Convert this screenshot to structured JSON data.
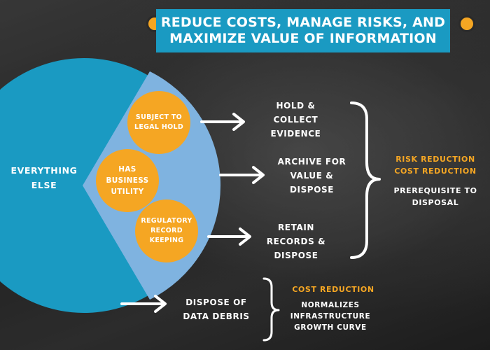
{
  "title": {
    "line1": "REDUCE COSTS, MANAGE RISKS, AND",
    "line2": "MAXIMIZE VALUE OF INFORMATION"
  },
  "pie": {
    "everything_else": "EVERYTHING ELSE",
    "circles": [
      {
        "label": "SUBJECT TO LEGAL HOLD"
      },
      {
        "label": "HAS BUSINESS UTILITY"
      },
      {
        "label": "REGULATORY RECORD KEEPING"
      }
    ]
  },
  "actions": {
    "hold": "HOLD & COLLECT EVIDENCE",
    "archive": "ARCHIVE FOR VALUE & DISPOSE",
    "retain": "RETAIN RECORDS & DISPOSE",
    "dispose": "DISPOSE OF DATA DEBRIS"
  },
  "outcomes": {
    "group1_line1": "RISK REDUCTION",
    "group1_line2": "COST REDUCTION",
    "group1_note": "PREREQUISITE TO DISPOSAL",
    "group2_title": "COST REDUCTION",
    "group2_note": "NORMALIZES INFRASTRUCTURE GROWTH CURVE"
  },
  "colors": {
    "banner": "#1a9ac2",
    "pie_main": "#1a9ac2",
    "pie_slice": "#7fb3e0",
    "circle": "#f5a623",
    "accent_text": "#f5a623"
  }
}
